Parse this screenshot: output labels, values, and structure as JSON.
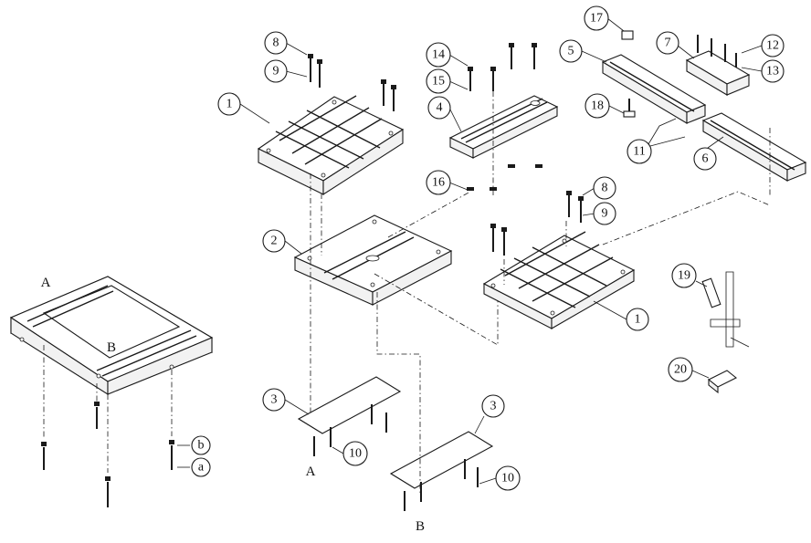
{
  "callouts": {
    "c1a": "1",
    "c1b": "1",
    "c2": "2",
    "c3a": "3",
    "c3b": "3",
    "c4": "4",
    "c5": "5",
    "c6": "6",
    "c7": "7",
    "c8a": "8",
    "c8b": "8",
    "c9a": "9",
    "c9b": "9",
    "c10a": "10",
    "c10b": "10",
    "c11": "11",
    "c12": "12",
    "c13": "13",
    "c14": "14",
    "c15": "15",
    "c16": "16",
    "c17": "17",
    "c18": "18",
    "c19": "19",
    "c20": "20"
  },
  "labels": {
    "a_top": "A",
    "b_top": "B",
    "a_bottom": "A",
    "b_bottom": "B",
    "small_a": "a",
    "small_b": "b"
  }
}
